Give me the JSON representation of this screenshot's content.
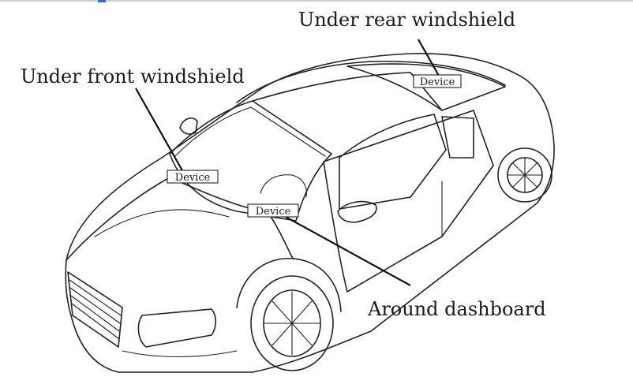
{
  "labels": {
    "rear": "Under rear windshield",
    "front": "Under front windshield",
    "dashboard": "Around dashboard"
  },
  "devices": {
    "rear": "Device",
    "front": "Device",
    "dashboard": "Device"
  },
  "colors": {
    "line": "#222222",
    "background": "#ffffff",
    "top_accent": "#2f6fd6"
  }
}
